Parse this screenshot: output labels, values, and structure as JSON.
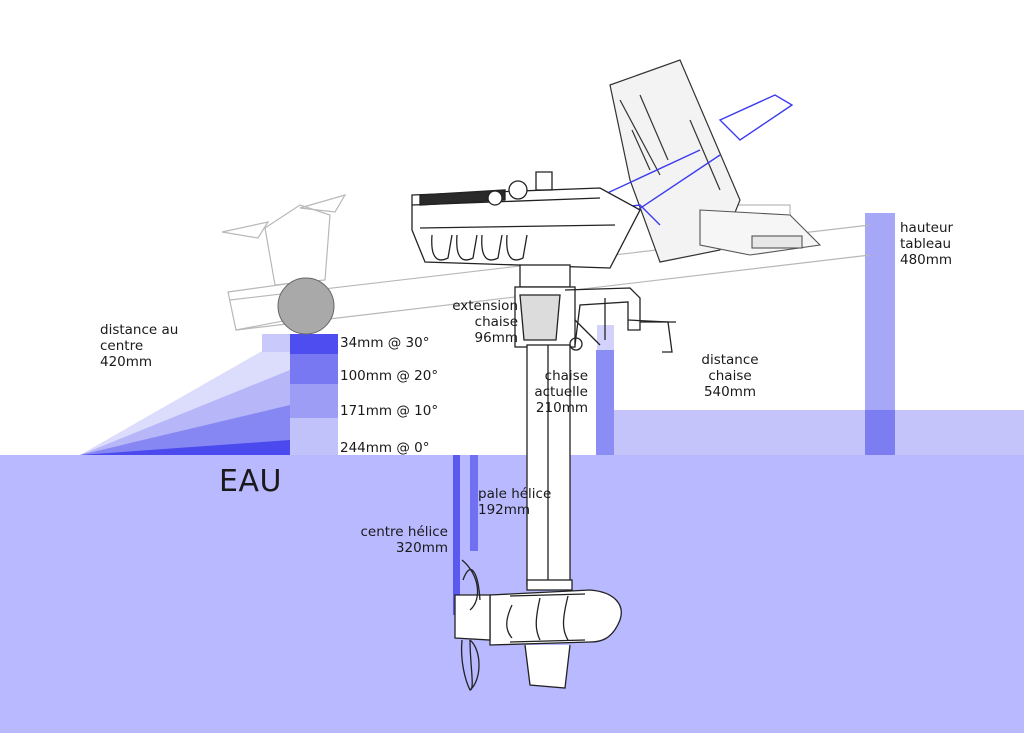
{
  "water": {
    "label": "EAU",
    "color": "#b9b9ff"
  },
  "colors": {
    "accent": "#3b3bf0",
    "light": "#c7c7fb",
    "mid": "#8f8ff5",
    "line": "#222222"
  },
  "labels": {
    "distance_centre": {
      "line1": "distance au",
      "line2": "centre",
      "line3": "420mm"
    },
    "angles": [
      "34mm @ 30°",
      "100mm @ 20°",
      "171mm @ 10°",
      "244mm @ 0°"
    ],
    "extension": {
      "line1": "extension",
      "line2": "chaise",
      "line3": "96mm"
    },
    "chaise_actuelle": {
      "line1": "chaise",
      "line2": "actuelle",
      "line3": "210mm"
    },
    "distance_chaise": {
      "line1": "distance",
      "line2": "chaise",
      "line3": "540mm"
    },
    "hauteur_tableau": {
      "line1": "hauteur",
      "line2": "tableau",
      "line3": "480mm"
    },
    "pale_helice": {
      "line1": "pale hélice",
      "line2": "192mm"
    },
    "centre_helice": {
      "line1": "centre hélice",
      "line2": "320mm"
    }
  }
}
